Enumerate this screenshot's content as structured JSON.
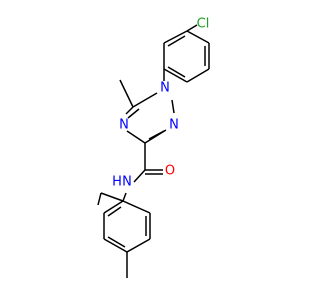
{
  "molecule": {
    "atom_labels": {
      "chlorine": "Cl",
      "triazole_n1": "N",
      "triazole_n2": "N",
      "triazole_n4": "N",
      "carbonyl_oxygen": "O",
      "amide_nitrogen": "N",
      "amide_hydrogen": "H"
    },
    "colors": {
      "chlorine": "#1fa01f",
      "nitrogen": "#0000ff",
      "oxygen": "#ff0000",
      "bond": "#000000"
    }
  }
}
